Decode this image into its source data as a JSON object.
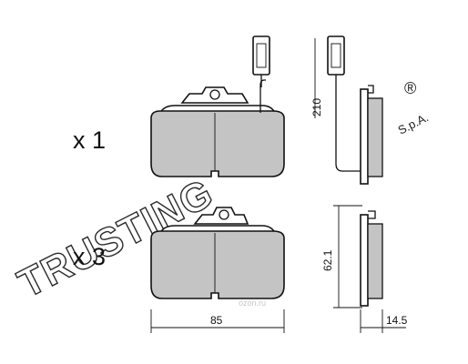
{
  "brand": {
    "name": "TRUSTING",
    "registered_mark": "®",
    "suffix": "S.p.A."
  },
  "quantities": {
    "top_pad": "x 1",
    "bottom_pad": "x 3"
  },
  "dimensions": {
    "sensor_length": "210",
    "pad_height": "62.1",
    "pad_width": "85",
    "pad_thickness": "14.5"
  },
  "watermark": "ozon.ru"
}
